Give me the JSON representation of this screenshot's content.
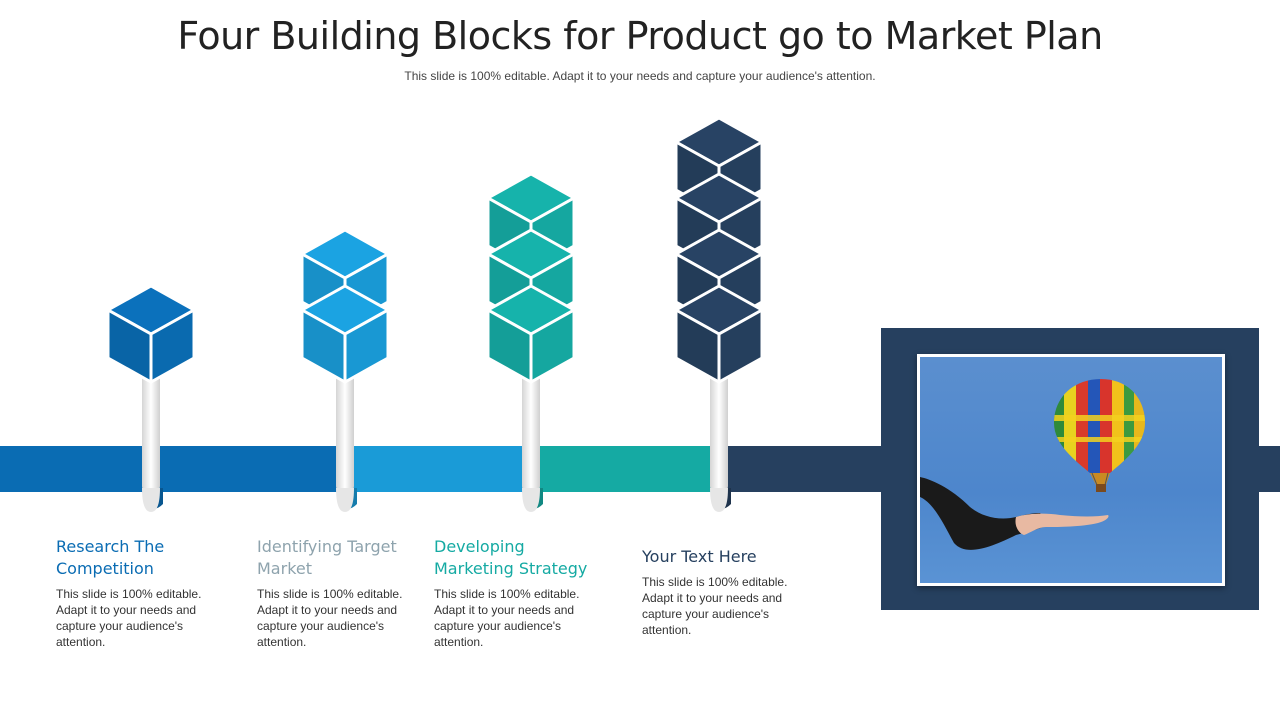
{
  "title": "Four Building Blocks for Product go to Market Plan",
  "subtitle": "This slide is 100% editable. Adapt it to your needs and capture your audience's attention.",
  "colors": {
    "step1": "#0a6cb3",
    "step2": "#1a9bd7",
    "step3": "#15aaa3",
    "step4": "#26405f",
    "heading2": "#8ea3ad"
  },
  "steps": [
    {
      "heading": "Research The Competition",
      "description": "This slide is 100% editable. Adapt it to your needs and capture your audience's attention.",
      "cubes": 1,
      "color": "#0a6cb3",
      "heading_color": "#0a6cb3"
    },
    {
      "heading": "Identifying Target Market",
      "description": "This slide is 100% editable. Adapt it to your needs and capture your audience's attention.",
      "cubes": 2,
      "color": "#1a9bd7",
      "heading_color": "#8ea3ad"
    },
    {
      "heading": "Developing Marketing Strategy",
      "description": "This slide is 100% editable. Adapt it to your needs and capture your audience's attention.",
      "cubes": 3,
      "color": "#15aaa3",
      "heading_color": "#15aaa3"
    },
    {
      "heading": "Your Text Here",
      "description": "This slide is 100% editable. Adapt it to your needs and capture your audience's attention.",
      "cubes": 4,
      "color": "#26405f",
      "heading_color": "#26405f"
    }
  ],
  "photo": {
    "icon": "hot-air-balloon-over-hand-icon"
  }
}
